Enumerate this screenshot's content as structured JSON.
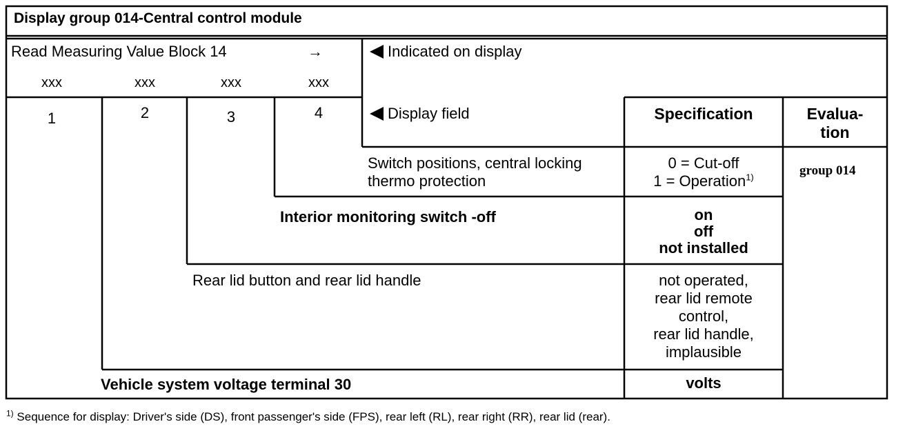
{
  "title": "Display group 014-Central control module",
  "read_block": {
    "label": "Read Measuring Value Block 14",
    "arrow": "→"
  },
  "placeholders": [
    "xxx",
    "xxx",
    "xxx",
    "xxx"
  ],
  "indicated_label": "Indicated on display",
  "field_numbers": [
    "1",
    "2",
    "3",
    "4"
  ],
  "display_field_label": "Display field",
  "specification_header": "Specification",
  "evaluation_header": {
    "line1": "Evalua-",
    "line2": "tion"
  },
  "evaluation_value": "group 014",
  "rows": [
    {
      "field": "Switch positions, central locking",
      "field_line2": "thermo protection",
      "spec_line1": "0 = Cut-off",
      "spec_line2": "1 = Operation",
      "spec_sup": "1)"
    },
    {
      "field": "Interior monitoring switch -off",
      "spec_line1": "on",
      "spec_line2": "off",
      "spec_line3": "not installed"
    },
    {
      "field": "Rear lid button and rear lid handle",
      "spec_line1": "not operated,",
      "spec_line2": "rear lid remote",
      "spec_line3": "control,",
      "spec_line4": "rear lid handle,",
      "spec_line5": "implausible"
    },
    {
      "field": "Vehicle system voltage terminal 30",
      "spec_line1": "volts"
    }
  ],
  "footnote": {
    "marker": "1)",
    "text": "Sequence for display:  Driver's side (DS), front passenger's side (FPS), rear left (RL), rear right (RR), rear lid (rear)."
  }
}
